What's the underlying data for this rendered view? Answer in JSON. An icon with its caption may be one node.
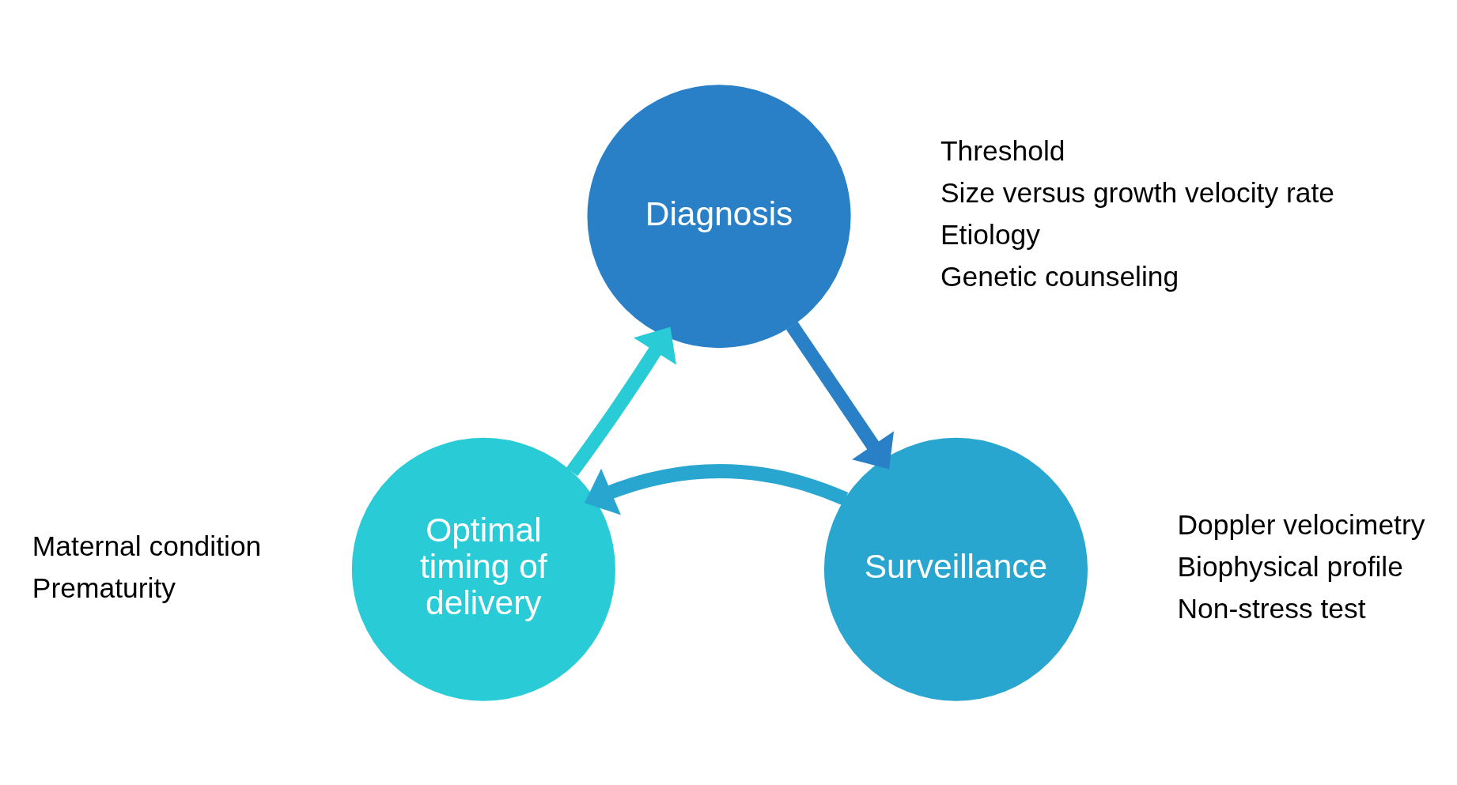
{
  "diagram": {
    "nodes": [
      {
        "text": [
          "Diagnosis"
        ],
        "beside": [
          "Threshold",
          "Size versus growth velocity rate",
          "Etiology",
          "Genetic counseling"
        ]
      },
      {
        "text": [
          "Surveillance"
        ],
        "beside": [
          "Doppler velocimetry",
          "Biophysical profile",
          "Non-stress test"
        ]
      },
      {
        "text": [
          "Optimal timing of delivery"
        ],
        "beside": [
          "Maternal condition",
          "Prematurity"
        ]
      }
    ],
    "edges": [
      {
        "from": 0,
        "to": 1,
        "arrow": "to",
        "color": "#2980c6"
      },
      {
        "from": 1,
        "to": 2,
        "arrow": "to",
        "color": "#29a6cf"
      },
      {
        "from": 2,
        "to": 0,
        "arrow": "to",
        "color": "#29ccd6"
      }
    ]
  }
}
